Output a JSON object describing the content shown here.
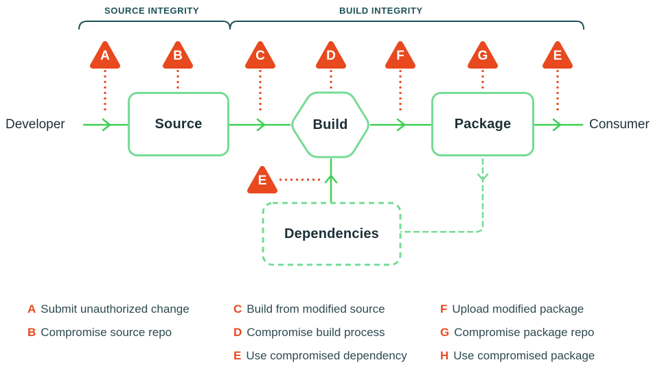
{
  "integrity_sections": {
    "source": "SOURCE INTEGRITY",
    "build": "BUILD INTEGRITY"
  },
  "nodes": {
    "developer": "Developer",
    "source": "Source",
    "build": "Build",
    "package": "Package",
    "consumer": "Consumer",
    "dependencies": "Dependencies"
  },
  "threats": [
    {
      "id": "A",
      "description": "Submit unauthorized change"
    },
    {
      "id": "B",
      "description": "Compromise source repo"
    },
    {
      "id": "C",
      "description": "Build from modified source"
    },
    {
      "id": "D",
      "description": "Compromise build process"
    },
    {
      "id": "E",
      "description": "Use compromised dependency"
    },
    {
      "id": "F",
      "description": "Upload modified package"
    },
    {
      "id": "G",
      "description": "Compromise package repo"
    },
    {
      "id": "H",
      "description": "Use compromised package"
    }
  ],
  "colors": {
    "threat_red": "#e8491f",
    "integrity_teal": "#1d5157",
    "flow_green": "#3ecf52",
    "border_green": "#74db95",
    "node_text": "#1c2f36",
    "legend_text": "#2e4a50"
  }
}
